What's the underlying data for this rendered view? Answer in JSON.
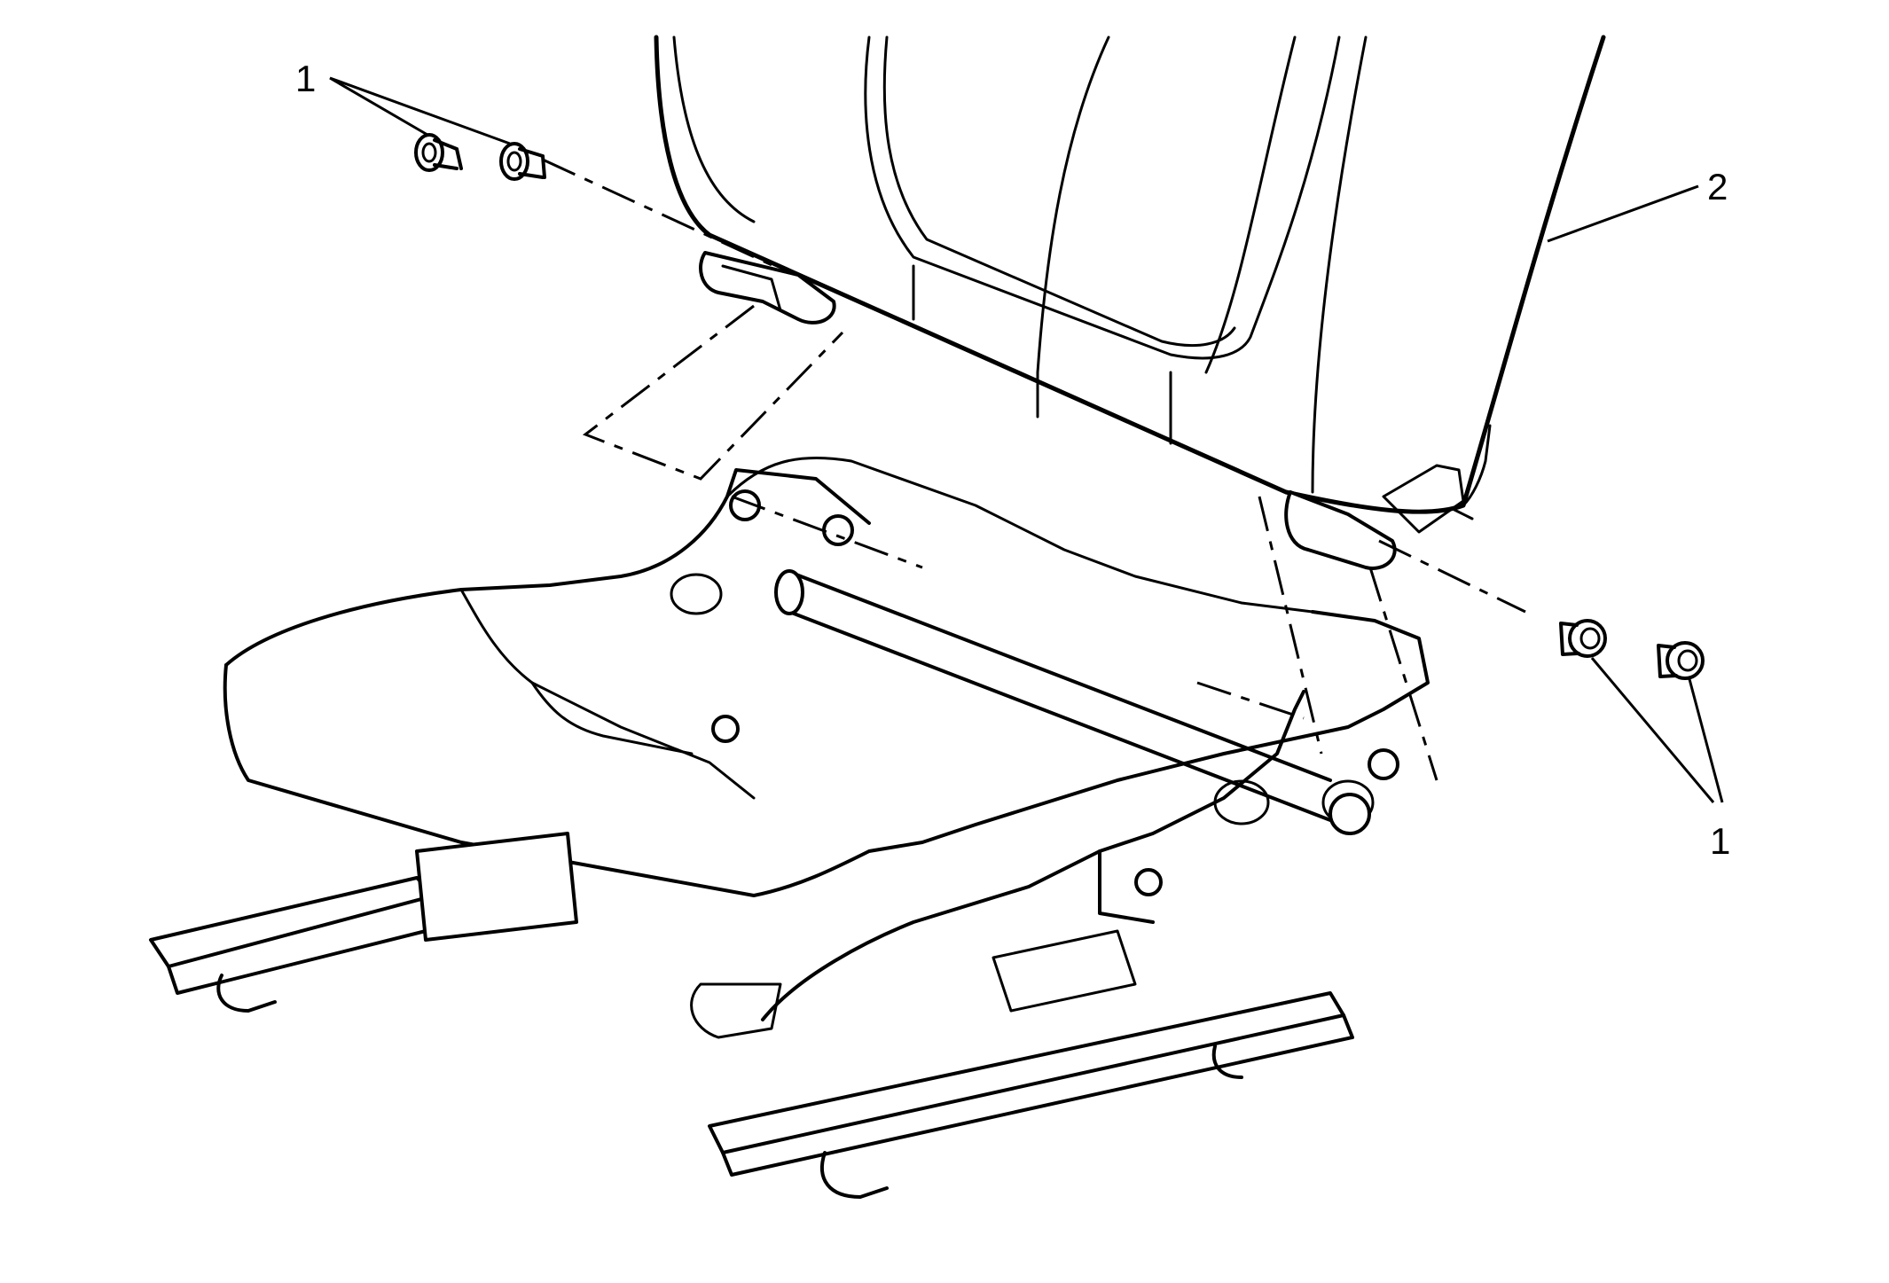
{
  "callouts": {
    "fastener_label_top": "1",
    "seatback_label": "2",
    "fastener_label_bottom": "1"
  },
  "colors": {
    "line": "#000000",
    "background": "#ffffff"
  }
}
